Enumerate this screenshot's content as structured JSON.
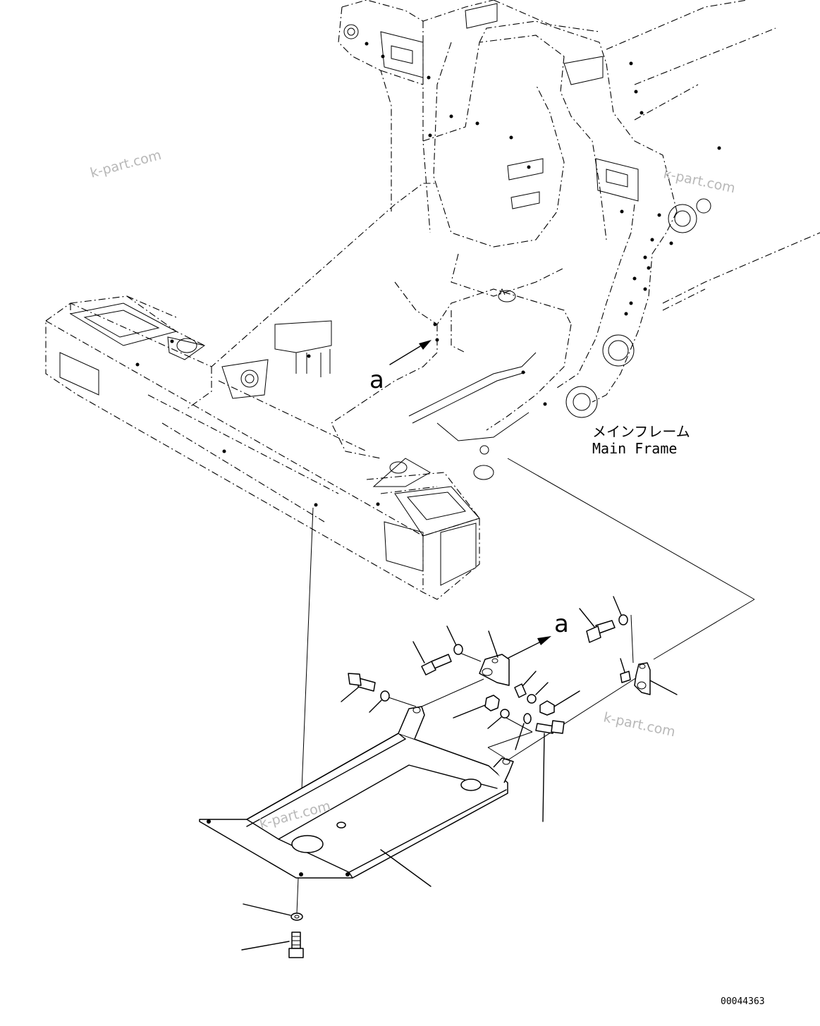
{
  "drawing": {
    "frame_label_jp": "メインフレーム",
    "frame_label_en": "Main Frame",
    "view_ref_a1": "a",
    "view_ref_a2": "a",
    "drawing_number": "00044363",
    "watermarks": [
      "k-part.com",
      "k-part.com",
      "k-part.com",
      "k-part.com"
    ]
  },
  "colors": {
    "line": "#000000",
    "watermark": "#b8b8b8",
    "background": "#ffffff"
  }
}
